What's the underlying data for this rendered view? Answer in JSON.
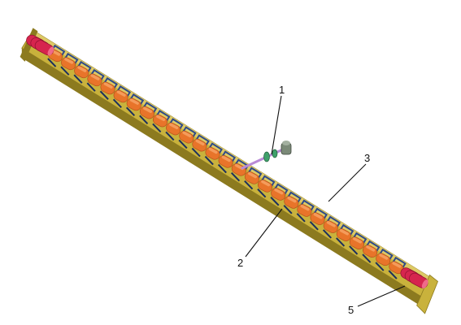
{
  "figure": {
    "callouts": [
      {
        "id": "1",
        "label": "1"
      },
      {
        "id": "2",
        "label": "2"
      },
      {
        "id": "3",
        "label": "3"
      },
      {
        "id": "5",
        "label": "5"
      }
    ],
    "roller_count": 27,
    "colors": {
      "frame": "#c9b23c",
      "frame_shadow": "#8c7a1f",
      "frame_top": "#ddc965",
      "roller": "#e8742a",
      "roller_light": "#f5a060",
      "roller_dark": "#b6531a",
      "end_roller": "#d6254e",
      "end_roller_light": "#f06a89",
      "bracket": "#2e4a8a",
      "bracket_dark": "#1c2f5e",
      "shaft": "#b98ad6",
      "motor_body": "#7b8a78",
      "motor_gear": "#3fa06a"
    }
  }
}
